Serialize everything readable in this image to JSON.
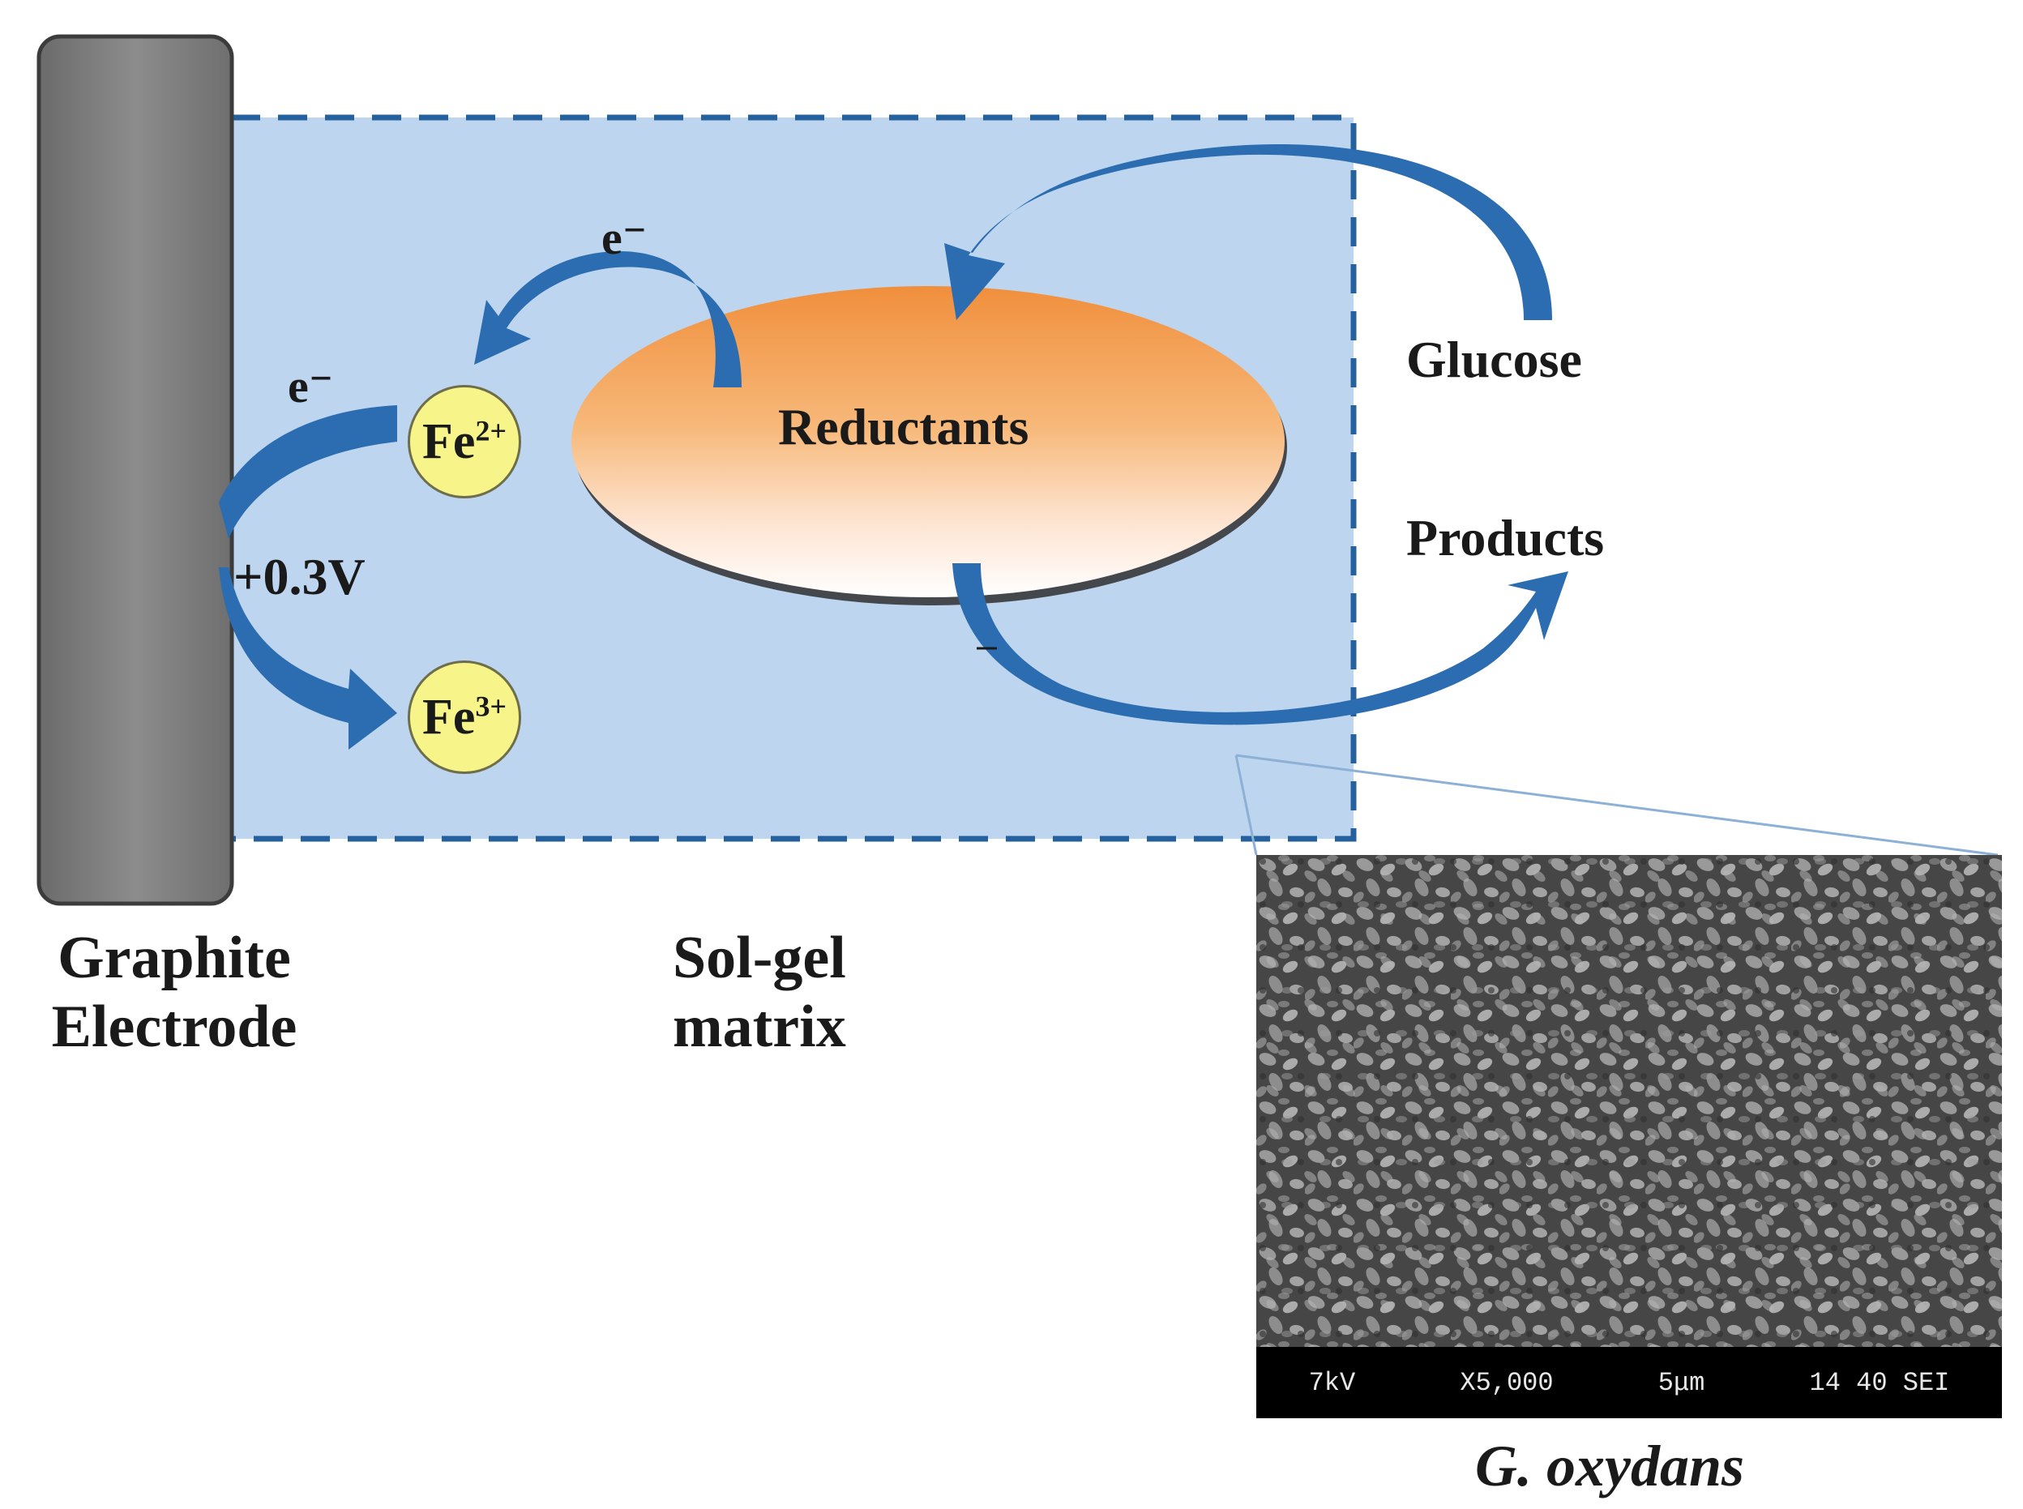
{
  "diagram": {
    "electrode_label": [
      "Graphite",
      "Electrode"
    ],
    "matrix_label": [
      "Sol-gel",
      "matrix"
    ],
    "reductants_label": "Reductants",
    "glucose_label": "Glucose",
    "products_label": "Products",
    "potential_label": "+0.3V",
    "electron_label_top": "e⁻",
    "electron_label_left": "e⁻",
    "fe2_base": "Fe",
    "fe2_charge": "2+",
    "fe3_base": "Fe",
    "fe3_charge": "3+",
    "sem_caption": "G. oxydans",
    "sem_bar": {
      "voltage": "7kV",
      "magnification": "X5,000",
      "scale": "5μm",
      "info": "14 40 SEI"
    },
    "colors": {
      "matrix_fill": "#bdd5ef",
      "matrix_border": "#24619e",
      "arrow": "#2b6db0",
      "electrode": "#7a7a7a",
      "ion_fill": "#f7f58a",
      "ellipse_top": "#f2a35c",
      "ellipse_bottom": "#ffffff"
    }
  }
}
